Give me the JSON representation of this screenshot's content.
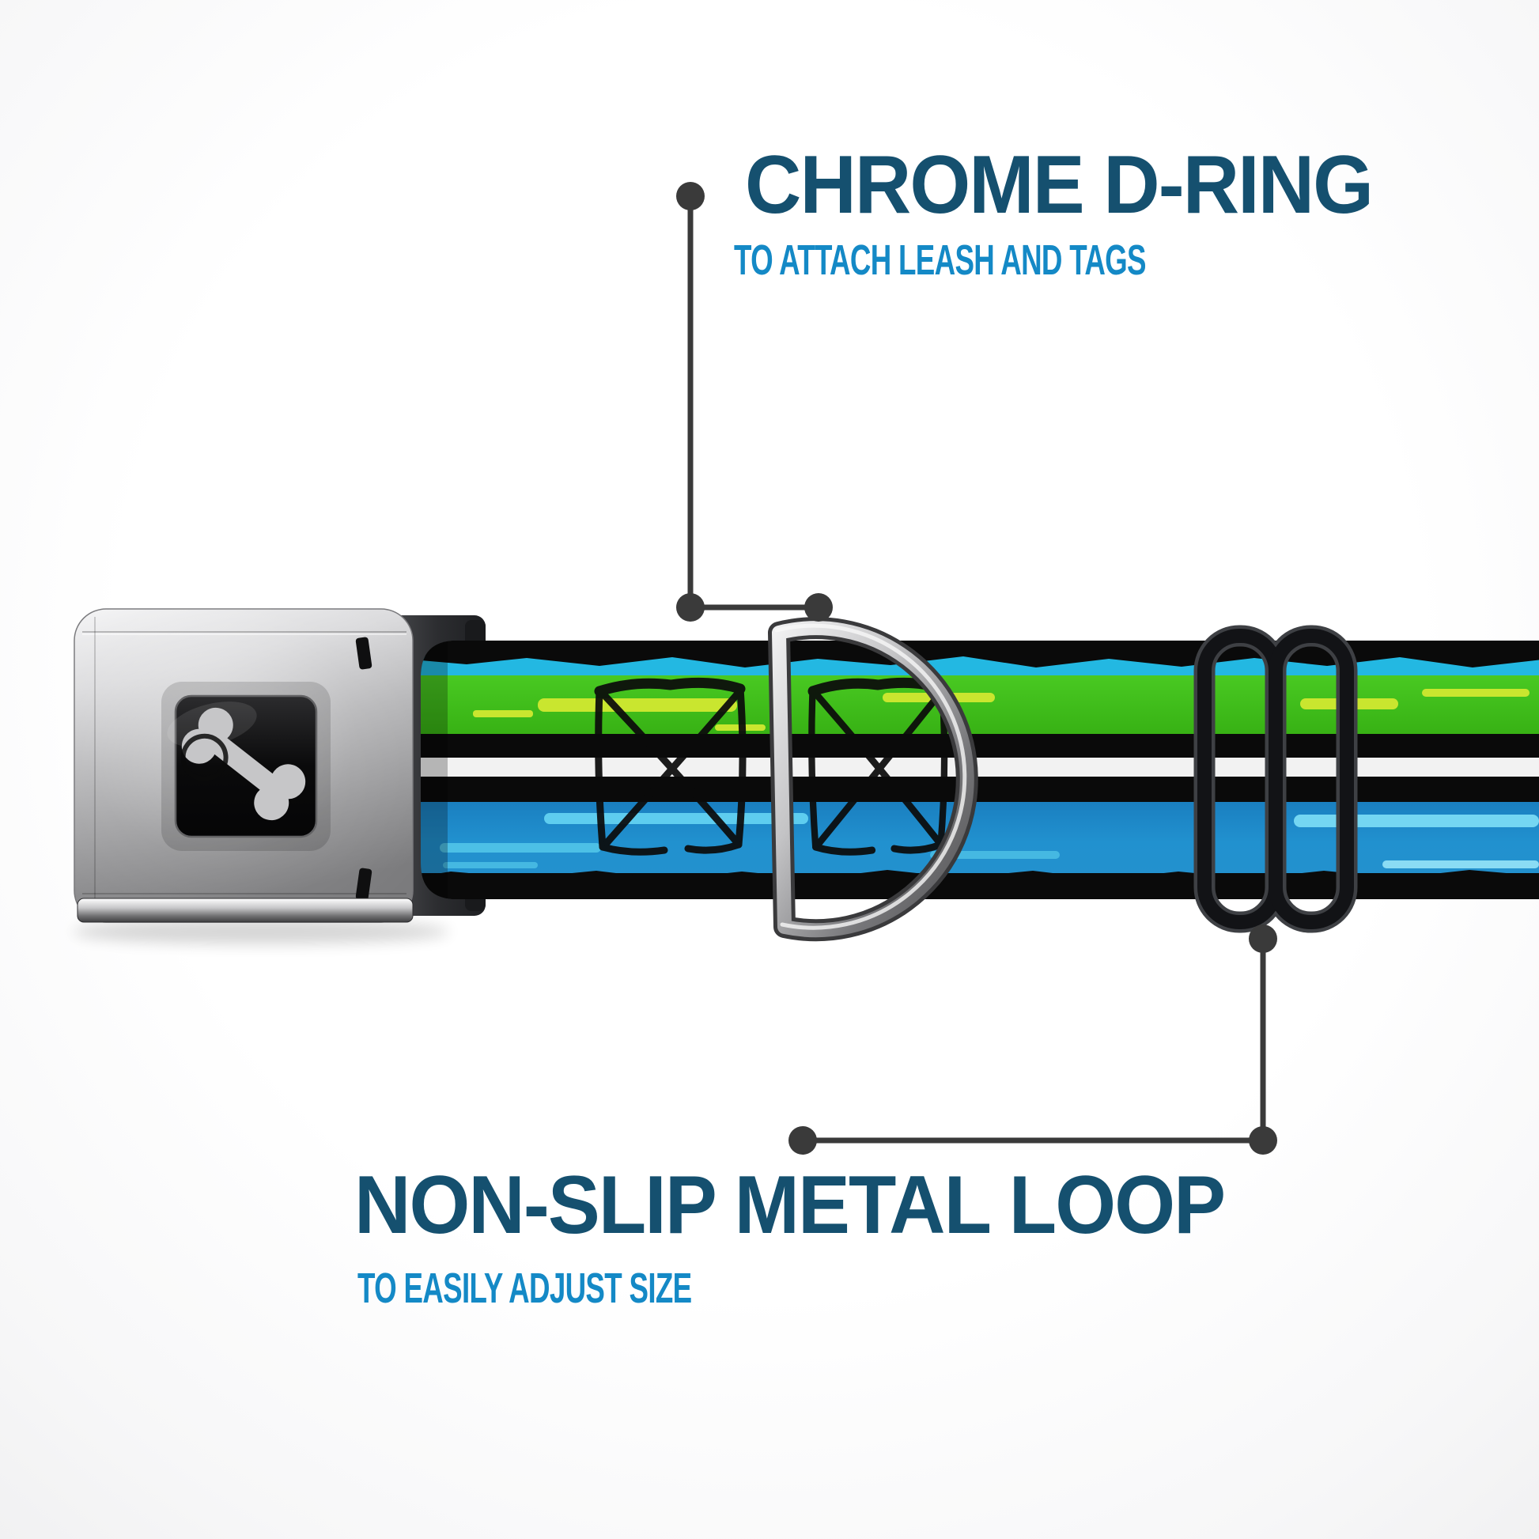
{
  "callouts": {
    "top": {
      "title": "CHROME D-RING",
      "subtitle": "TO ATTACH LEASH AND TAGS"
    },
    "bottom": {
      "title": "NON-SLIP METAL LOOP",
      "subtitle": "TO EASILY ADJUST SIZE"
    }
  },
  "icons": {
    "buckle_center": "dog-bone-icon",
    "hardware_top": "d-ring",
    "hardware_right": "slider-loop"
  },
  "colors": {
    "title-navy": "#15506f",
    "subtitle-blue": "#1489c6",
    "callout-gray": "#3a3a3a",
    "strap-black": "#0a0a0a",
    "strap-cyan": "#23b8e2",
    "strap-green": "#3fbf1d",
    "strap-yellow": "#c9e62f",
    "strap-white": "#f2f2f2",
    "strap-blue": "#1f8fce",
    "strap-blue-light": "#5ecdef",
    "bone-gray": "#c6c6c8",
    "loop-black": "#121316"
  }
}
